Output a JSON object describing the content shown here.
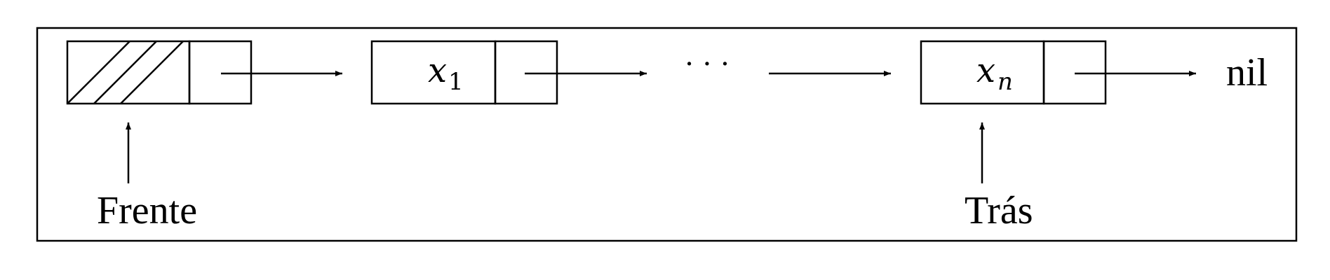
{
  "diagram": {
    "nodes": [
      {
        "value": "",
        "hatched": true
      },
      {
        "value": "x",
        "subscript": "1",
        "hatched": false
      },
      {
        "value": "x",
        "subscript": "n",
        "hatched": false
      }
    ],
    "ellipsis": "· · ·",
    "terminator": "nil",
    "pointers": {
      "front": "Frente",
      "rear": "Trás"
    }
  }
}
